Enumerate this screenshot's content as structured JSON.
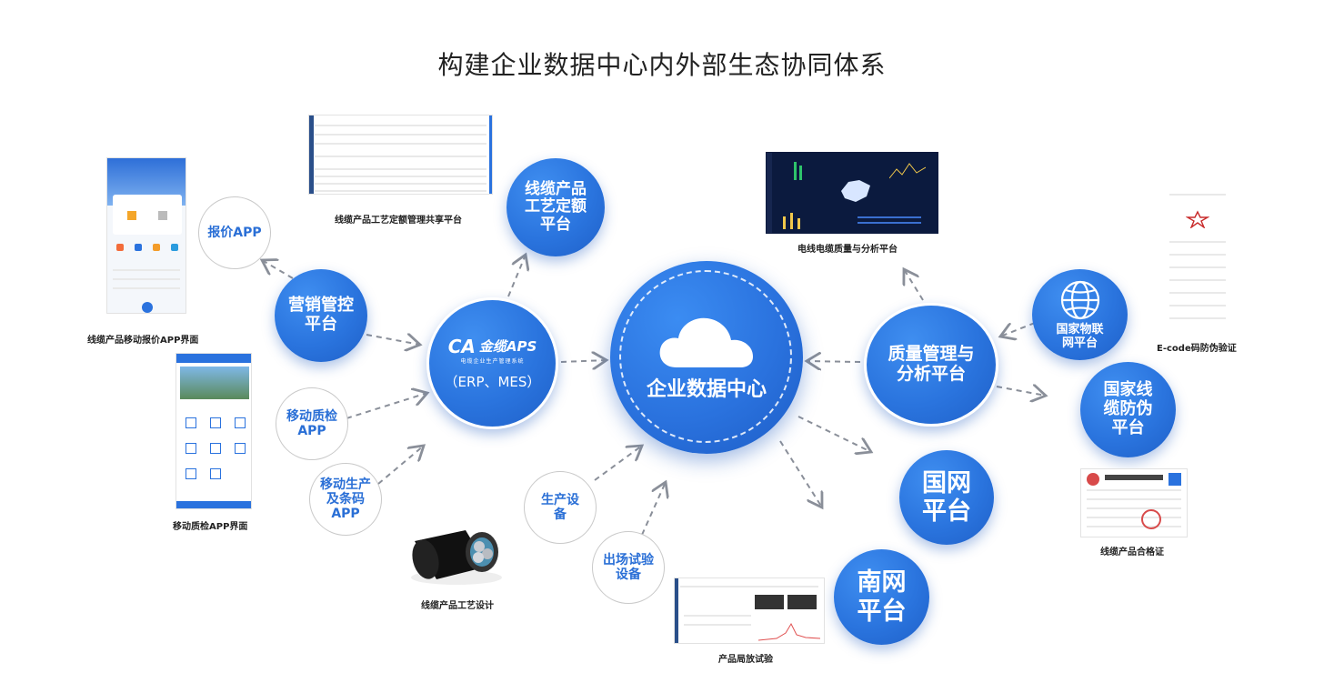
{
  "title": "构建企业数据中心内外部生态协同体系",
  "center": {
    "label": "企业数据中心"
  },
  "aps": {
    "logo_text": "金缆APS",
    "logo_sub": "电缆企业生产管理系统",
    "label": "（ERP、MES）"
  },
  "nodes": {
    "marketing": "营销管控平台",
    "quote_app": "报价APP",
    "quality_app": "移动质检APP",
    "production_app": "移动生产及条码APP",
    "process_platform": "线缆产品工艺定额平台",
    "equipment": "生产设备",
    "test_equipment": "出场试验设备",
    "quality_mgmt": "质量管理与分析平台",
    "iot": "国家物联网平台",
    "anti_fake": "国家线缆防伪平台",
    "state_grid": "国网平台",
    "south_grid": "南网平台"
  },
  "captions": {
    "quote_screen": "线缆产品移动报价APP界面",
    "quality_screen": "移动质检APP界面",
    "process_share": "线缆产品工艺定额管理共享平台",
    "cable_design": "线缆产品工艺设计",
    "partial_discharge": "产品局放试验",
    "quality_analysis": "电线电缆质量与分析平台",
    "ecode": "E-code码防伪验证",
    "certificate": "线缆产品合格证"
  },
  "colors": {
    "primary": "#2a72de",
    "link": "#8a8f99",
    "ring_text": "#2a6fd6"
  }
}
